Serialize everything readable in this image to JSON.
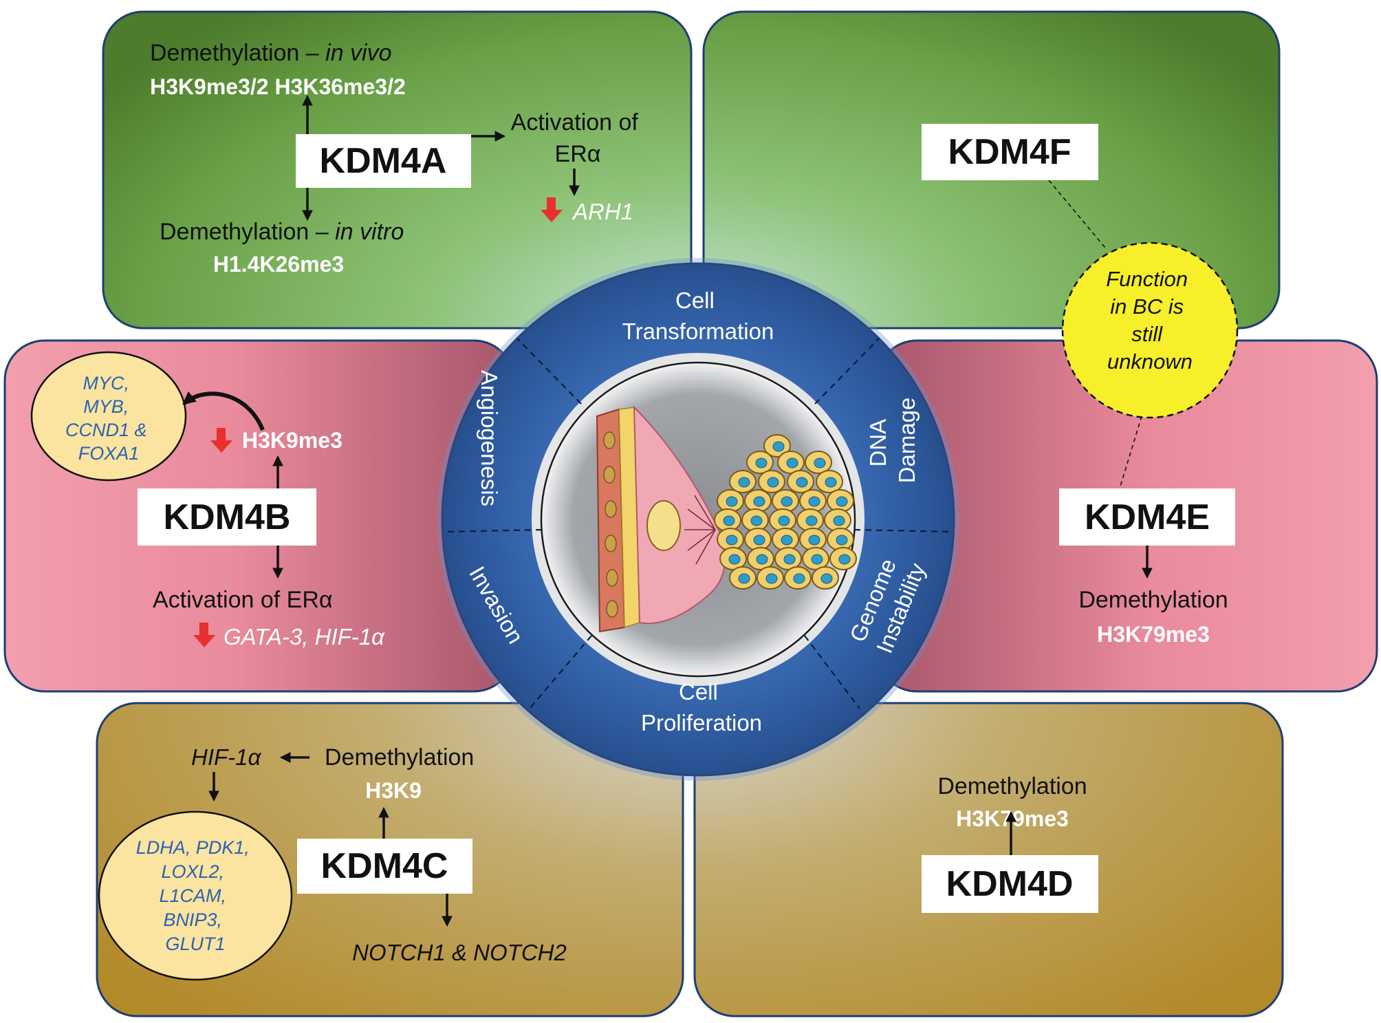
{
  "center": {
    "segments": {
      "top": [
        "Cell",
        "Transformation"
      ],
      "dna": [
        "DNA",
        "Damage"
      ],
      "genome": [
        "Genome",
        "Instability"
      ],
      "bottom": [
        "Cell",
        "Proliferation"
      ],
      "invasion": "Invasion",
      "angiogenesis": "Angiogenesis"
    }
  },
  "kdm4a": {
    "name": "KDM4A",
    "invivo_prefix": "Demethylation – ",
    "invivo_italic": "in vivo",
    "invivo_marks": "H3K9me3/2 H3K36me3/2",
    "invitro_prefix": "Demethylation – ",
    "invitro_italic": "in vitro",
    "invitro_marks": "H1.4K26me3",
    "activation_line1": "Activation of",
    "activation_line2": "ERα",
    "target": "ARH1"
  },
  "kdm4f": {
    "name": "KDM4F",
    "note": [
      "Function",
      "in BC is",
      "still",
      "unknown"
    ]
  },
  "kdm4b": {
    "name": "KDM4B",
    "genes": [
      "MYC,",
      "MYB,",
      "CCND1 &",
      "FOXA1"
    ],
    "mark": "H3K9me3",
    "activation": "Activation of ERα",
    "targets": "GATA-3, HIF-1α"
  },
  "kdm4e": {
    "name": "KDM4E",
    "demethylation": "Demethylation",
    "mark": "H3K79me3"
  },
  "kdm4c": {
    "name": "KDM4C",
    "hif": "HIF-1α",
    "demethylation": "Demethylation",
    "mark": "H3K9",
    "genes": [
      "LDHA, PDK1,",
      "LOXL2,",
      "L1CAM,",
      "BNIP3,",
      "GLUT1"
    ],
    "notch": "NOTCH1 & NOTCH2"
  },
  "kdm4d": {
    "name": "KDM4D",
    "demethylation": "Demethylation",
    "mark": "H3K79me3"
  },
  "colors": {
    "green_dark": "#4a7a2a",
    "green_light": "#bfe0cf",
    "pink_dark": "#a85565",
    "pink_light": "#f2a0b0",
    "gold_dark": "#b08a2c",
    "gold_light": "#d2d2c8",
    "ring_blue": "#2f5a9c",
    "note_yellow": "#f6ef2a",
    "gene_bubble": "#fbe3a0",
    "gene_text": "#2b63b0",
    "down_arrow": "#e8302e"
  }
}
